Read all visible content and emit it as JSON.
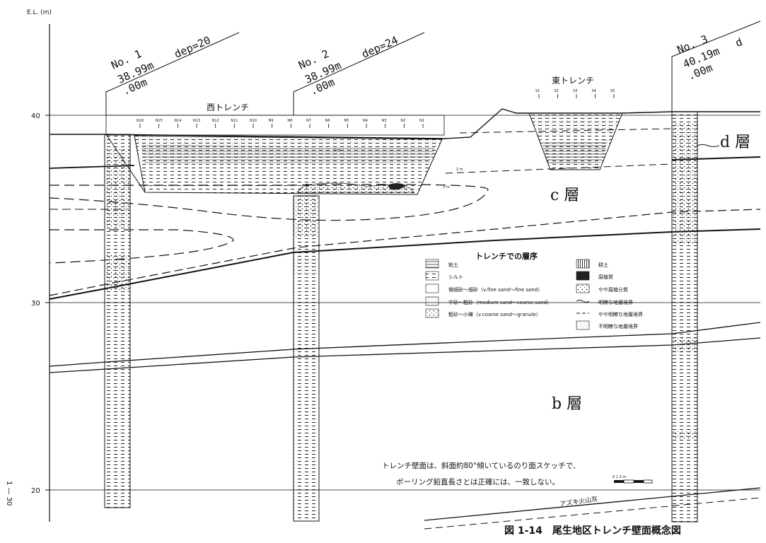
{
  "axis": {
    "unit_label": "E.L. (m)",
    "ticks": [
      "40",
      "30",
      "20"
    ],
    "tick_values": [
      40,
      30,
      20
    ]
  },
  "boreholes": [
    {
      "label": "No. 1",
      "elev": "38.99m",
      "depth": "dep=20",
      "zero": ".00m"
    },
    {
      "label": "No. 2",
      "elev": "38.99m",
      "depth": "dep=24",
      "zero": ".00m"
    },
    {
      "label": "No. 3",
      "elev": "40.19m",
      "depth": "d",
      "zero": ".00m"
    }
  ],
  "trenches": {
    "west_title": "西トレンチ",
    "east_title": "東トレンチ",
    "west_markers": [
      "N16",
      "N15",
      "N14",
      "N13",
      "N12",
      "N11",
      "N10",
      "N9",
      "N8",
      "N7",
      "N6",
      "N5",
      "N4",
      "N3",
      "N2",
      "N1"
    ],
    "east_markers": [
      "S1",
      "S2",
      "S3",
      "S4",
      "S5"
    ],
    "depth_marks": [
      "1 m",
      "2 m",
      "3 m"
    ]
  },
  "layers": {
    "d": "d 層",
    "c": "c 層",
    "b": "b 層"
  },
  "legend": {
    "title": "トレンチでの層序",
    "left": [
      "粘土",
      "シルト",
      "微細砂〜細砂（v.fine sand〜fine sand）",
      "中砂〜粗砂（medium sand〜coarse sand）",
      "粗砂〜小礫（v.coarse sand〜granule）"
    ],
    "right": [
      "耕土",
      "腐植質",
      "やや腐植分質",
      "明瞭な地層境界",
      "やや明瞭な地層境界",
      "不明瞭な地層境界"
    ]
  },
  "note": {
    "line1": "トレンチ壁面は、斜面約80°傾いているのり面スケッチで、",
    "line2": "ボーリング鉛直長さとは正確には、一致しない。"
  },
  "scale_bar_label": "0   1   2 m",
  "tephra_label": "アズキ火山灰",
  "figure_caption": "図 1-14　尾生地区トレンチ壁面概念図",
  "page_number": "1 — 30"
}
